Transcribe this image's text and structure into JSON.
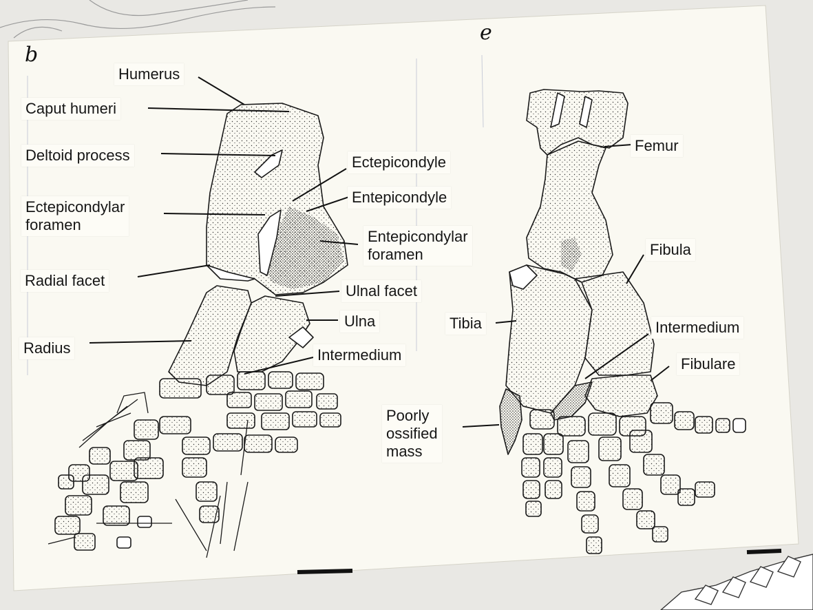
{
  "panels": {
    "left_letter": "b",
    "right_letter": "e"
  },
  "labels": {
    "humerus": "Humerus",
    "caput_humeri": "Caput humeri",
    "deltoid_process": "Deltoid process",
    "ectepicondylar_foramen": "Ectepicondylar\nforamen",
    "radial_facet": "Radial facet",
    "radius": "Radius",
    "ectepicondyle": "Ectepicondyle",
    "entepicondyle": "Entepicondyle",
    "entepicondylar_foramen": "Entepicondylar\nforamen",
    "ulnal_facet": "Ulnal facet",
    "ulna": "Ulna",
    "intermedium_left": "Intermedium",
    "femur": "Femur",
    "fibula": "Fibula",
    "tibia": "Tibia",
    "intermedium_right": "Intermedium",
    "fibulare": "Fibulare",
    "poorly_ossified_mass": "Poorly\nossified\nmass"
  },
  "colors": {
    "paper": "#faf9f2",
    "ink": "#1a1a1a",
    "background": "#e9e8e4"
  }
}
